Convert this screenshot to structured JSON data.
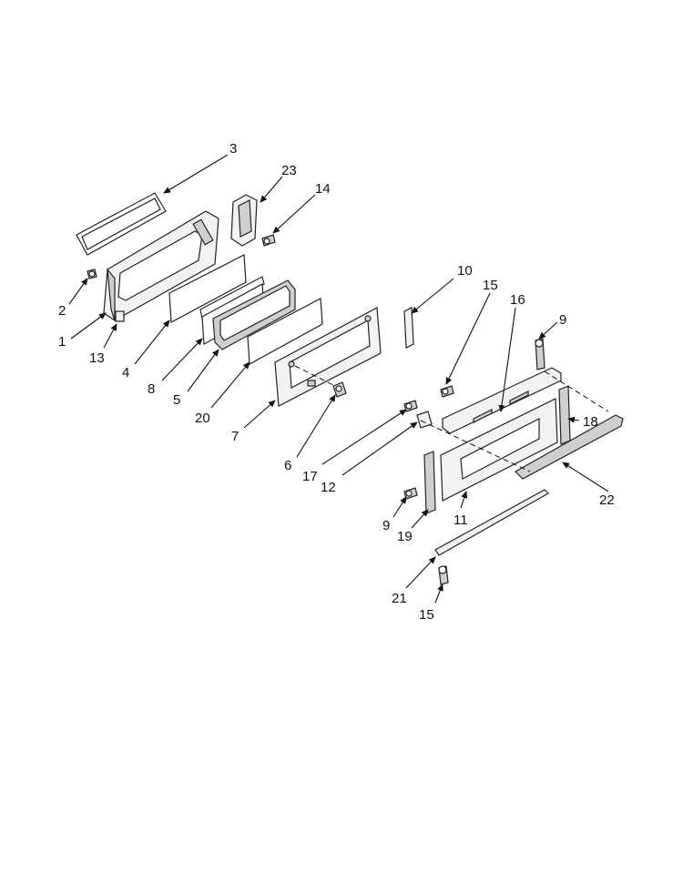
{
  "callouts": [
    {
      "id": "c3",
      "text": "3"
    },
    {
      "id": "c23",
      "text": "23"
    },
    {
      "id": "c14",
      "text": "14"
    },
    {
      "id": "c2",
      "text": "2"
    },
    {
      "id": "c1",
      "text": "1"
    },
    {
      "id": "c13",
      "text": "13"
    },
    {
      "id": "c4",
      "text": "4"
    },
    {
      "id": "c8",
      "text": "8"
    },
    {
      "id": "c5",
      "text": "5"
    },
    {
      "id": "c20",
      "text": "20"
    },
    {
      "id": "c7",
      "text": "7"
    },
    {
      "id": "c6",
      "text": "6"
    },
    {
      "id": "c10",
      "text": "10"
    },
    {
      "id": "c15a",
      "text": "15"
    },
    {
      "id": "c16",
      "text": "16"
    },
    {
      "id": "c9a",
      "text": "9"
    },
    {
      "id": "c18",
      "text": "18"
    },
    {
      "id": "c17",
      "text": "17"
    },
    {
      "id": "c12",
      "text": "12"
    },
    {
      "id": "c22",
      "text": "22"
    },
    {
      "id": "c9b",
      "text": "9"
    },
    {
      "id": "c19",
      "text": "19"
    },
    {
      "id": "c11",
      "text": "11"
    },
    {
      "id": "c21",
      "text": "21"
    },
    {
      "id": "c15b",
      "text": "15"
    }
  ]
}
